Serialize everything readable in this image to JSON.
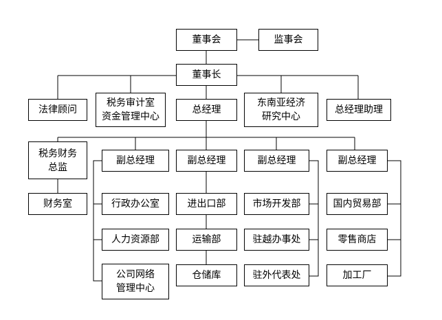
{
  "org_chart": {
    "board": "董事会",
    "supervisors": "监事会",
    "chairman": "董事长",
    "legal_advisor": "法律顾问",
    "tax_audit": {
      "line1": "税务审计室",
      "line2": "资金管理中心"
    },
    "general_manager": "总经理",
    "research": {
      "line1": "东南亚经济",
      "line2": "研究中心"
    },
    "gm_assistant": "总经理助理",
    "cfo": {
      "line1": "税务财务",
      "line2": "总监"
    },
    "finance": "财务室",
    "vp1": "副总经理",
    "vp2": "副总经理",
    "vp3": "副总经理",
    "vp4": "副总经理",
    "admin_office": "行政办公室",
    "hr": "人力资源部",
    "network_center": {
      "line1": "公司网络",
      "line2": "管理中心"
    },
    "import_export": "进出口部",
    "transport": "运输部",
    "warehouse": "仓储库",
    "market_dev": "市场开发部",
    "vietnam_office": "驻越办事处",
    "overseas_rep": "驻外代表处",
    "domestic_trade": "国内贸易部",
    "retail_store": "零售商店",
    "processing_plant": "加工厂"
  }
}
